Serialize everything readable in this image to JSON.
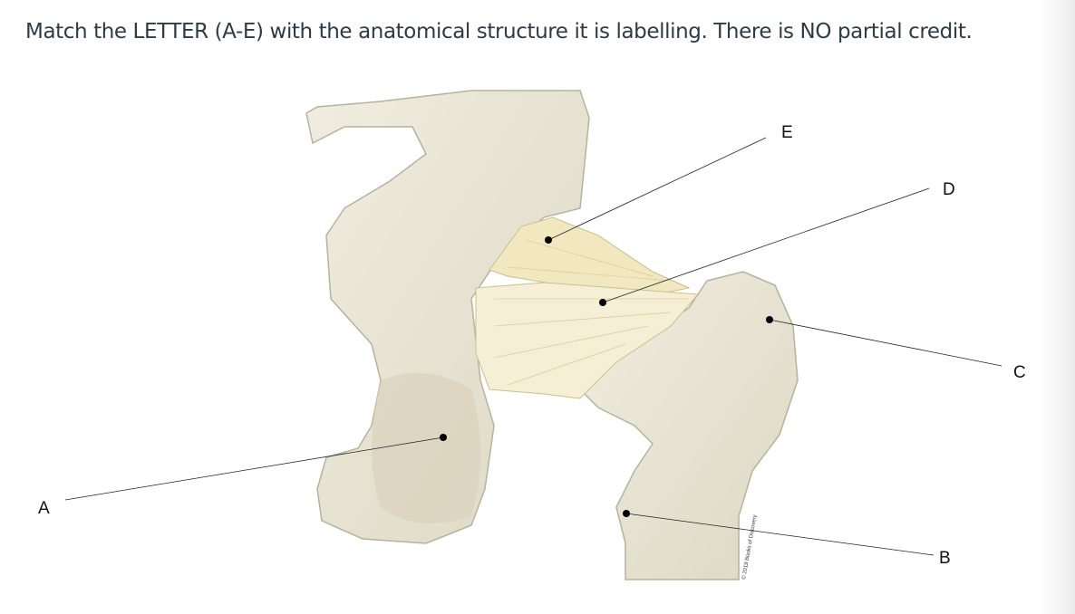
{
  "question": {
    "text": "Match the LETTER (A-E) with the anatomical structure it is labelling. There is NO partial credit."
  },
  "figure": {
    "labels": {
      "a": "A",
      "b": "B",
      "c": "C",
      "d": "D",
      "e": "E"
    },
    "watermark": "© 2019 Books of Discovery",
    "colors": {
      "bone": "#ebe7d6",
      "ligament": "#f1e8c0",
      "line": "#222222"
    }
  }
}
